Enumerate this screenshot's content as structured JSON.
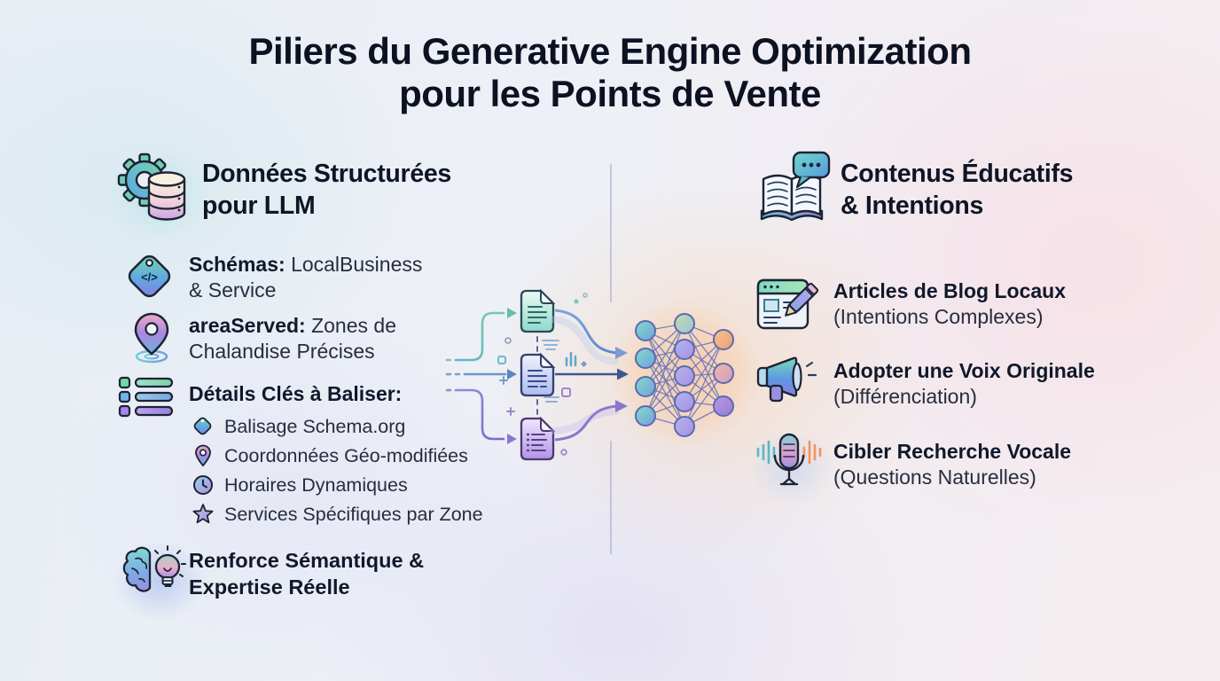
{
  "title": {
    "lines": [
      "Piliers du Generative Engine Optimization",
      "pour les Points de Vente"
    ]
  },
  "left_column": {
    "header": {
      "icon": "gear-database-icon",
      "lines": [
        "Données Structurées",
        "pour LLM"
      ]
    },
    "items": [
      {
        "icon": "code-tag-icon",
        "bold": "Schémas:",
        "rest": "LocalBusiness & Service"
      },
      {
        "icon": "map-pin-icon",
        "bold": "areaServed:",
        "rest": "Zones de Chalandise Précises"
      },
      {
        "icon": "checklist-icon",
        "bold": "Détails Clés à Baliser:",
        "rest": ""
      }
    ],
    "sub_items": [
      {
        "icon": "tag-icon",
        "label": "Balisage Schema.org"
      },
      {
        "icon": "pin-icon",
        "label": "Coordonnées Géo-modifiées"
      },
      {
        "icon": "clock-icon",
        "label": "Horaires Dynamiques"
      },
      {
        "icon": "star-icon",
        "label": "Services Spécifiques par Zone"
      }
    ],
    "footer": {
      "icon": "brain-lightbulb-icon",
      "lines": [
        "Renforce Sémantique &",
        "Expertise Réelle"
      ]
    }
  },
  "right_column": {
    "header": {
      "icon": "book-chat-icon",
      "lines": [
        "Contenus Éducatifs",
        "& Intentions"
      ]
    },
    "items": [
      {
        "icon": "blog-pencil-icon",
        "title": "Articles de Blog Locaux",
        "subtitle": "(Intentions Complexes)"
      },
      {
        "icon": "megaphone-icon",
        "title": "Adopter une Voix Originale",
        "subtitle": "(Différenciation)"
      },
      {
        "icon": "microphone-icon",
        "title": "Cibler Recherche Vocale",
        "subtitle": "(Questions Naturelles)"
      }
    ]
  },
  "center_diagram": {
    "documents": [
      "document-green",
      "document-blue",
      "document-purple"
    ],
    "network_layers": [
      4,
      5,
      3
    ]
  },
  "colors": {
    "title_text": "#0d1222",
    "body_text": "#272d3e",
    "accent_teal": "#7fd4c0",
    "accent_blue": "#6f9ae0",
    "accent_purple": "#9a86d8",
    "accent_orange": "#f0b088",
    "outline_dark": "#1c2333"
  }
}
